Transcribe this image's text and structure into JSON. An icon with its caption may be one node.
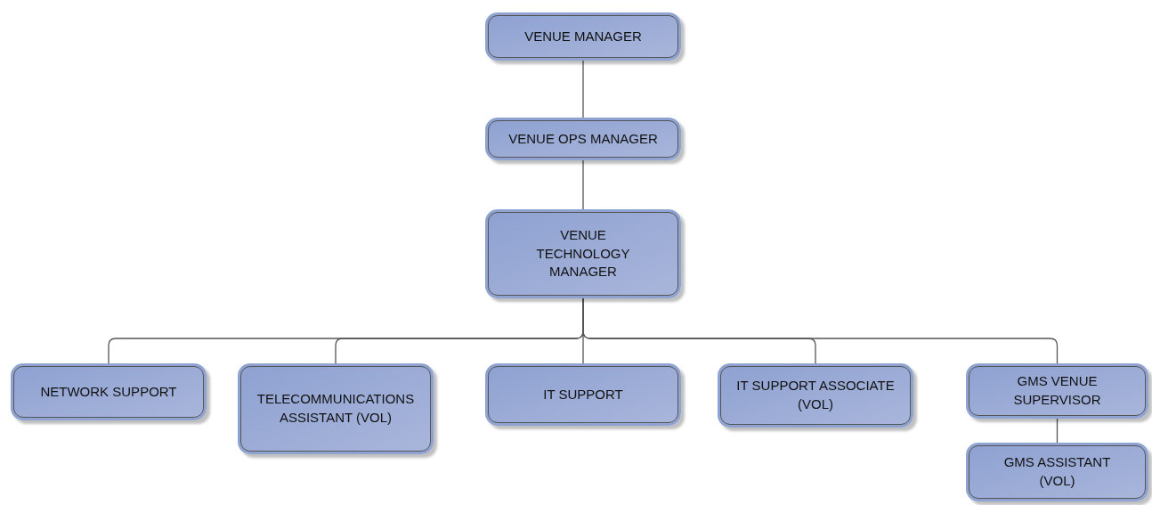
{
  "diagram": {
    "nodes": [
      {
        "text": [
          "VENUE MANAGER"
        ]
      },
      {
        "text": [
          "VENUE OPS MANAGER"
        ]
      },
      {
        "text": [
          "VENUE TECHNOLOGY MANAGER"
        ]
      },
      {
        "text": [
          "NETWORK SUPPORT"
        ]
      },
      {
        "text": [
          "TELECOMMUNICATIONS ASSISTANT (VOL)"
        ]
      },
      {
        "text": [
          "IT SUPPORT"
        ]
      },
      {
        "text": [
          "IT SUPPORT ASSOCIATE (VOL)"
        ]
      },
      {
        "text": [
          "GMS VENUE SUPERVISOR"
        ]
      },
      {
        "text": [
          "GMS ASSISTANT (VOL)"
        ]
      }
    ],
    "edges": [
      {
        "from": 0,
        "to": 1,
        "arrow": "none"
      },
      {
        "from": 1,
        "to": 2,
        "arrow": "none"
      },
      {
        "from": 2,
        "to": 3,
        "arrow": "none"
      },
      {
        "from": 2,
        "to": 4,
        "arrow": "none"
      },
      {
        "from": 2,
        "to": 5,
        "arrow": "none"
      },
      {
        "from": 2,
        "to": 6,
        "arrow": "none"
      },
      {
        "from": 2,
        "to": 7,
        "arrow": "none"
      },
      {
        "from": 7,
        "to": 8,
        "arrow": "none"
      }
    ]
  }
}
